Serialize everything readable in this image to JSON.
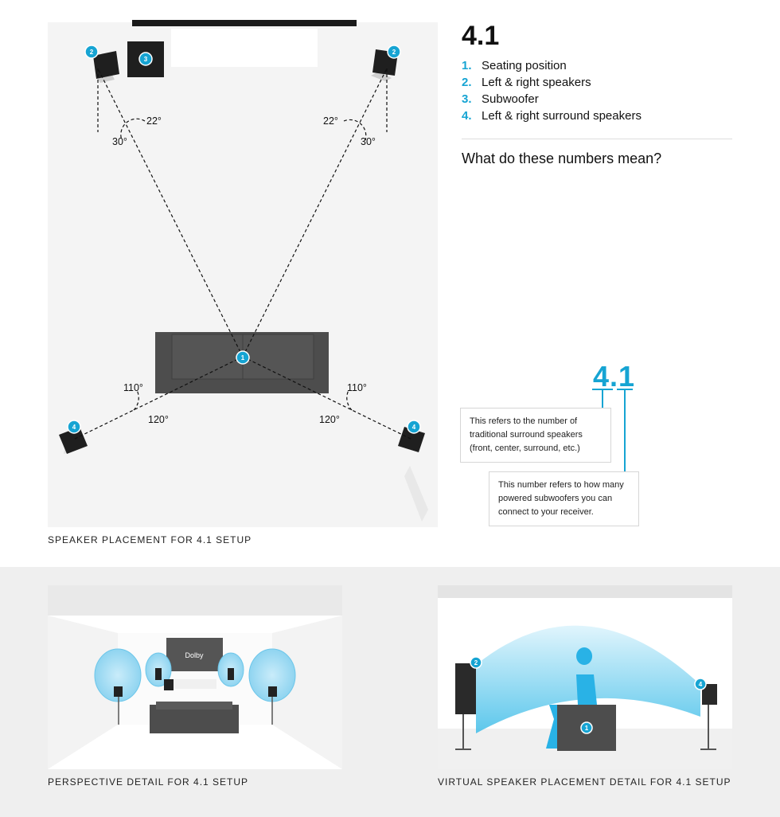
{
  "top": {
    "caption": "SPEAKER PLACEMENT FOR 4.1 SETUP",
    "angles": {
      "front_left_inner": "22°",
      "front_left_outer": "30°",
      "front_right_inner": "22°",
      "front_right_outer": "30°",
      "surround_left_inner": "110°",
      "surround_left_outer": "120°",
      "surround_right_inner": "110°",
      "surround_right_outer": "120°"
    },
    "markers": {
      "seating": "1",
      "left_speaker": "2",
      "right_speaker": "2",
      "subwoofer": "3",
      "left_surround": "4",
      "right_surround": "4"
    }
  },
  "legend": {
    "title": "4.1",
    "items": [
      {
        "num": "1.",
        "label": "Seating position"
      },
      {
        "num": "2.",
        "label": "Left & right speakers"
      },
      {
        "num": "3.",
        "label": "Subwoofer"
      },
      {
        "num": "4.",
        "label": "Left & right surround speakers"
      }
    ],
    "question": "What do these numbers mean?"
  },
  "explainer": {
    "big_number": "4.1",
    "surround_note": "This refers to the number of traditional surround speakers (front, center, surround, etc.)",
    "subwoofer_note": "This number refers to how many powered subwoofers you can connect to your receiver."
  },
  "perspective": {
    "caption": "PERSPECTIVE DETAIL FOR 4.1 SETUP",
    "screen_logo": "Dolby"
  },
  "virtual": {
    "caption": "VIRTUAL SPEAKER PLACEMENT DETAIL FOR 4.1 SETUP",
    "markers": {
      "seating": "1",
      "front": "2",
      "surround": "4"
    }
  },
  "colors": {
    "accent": "#16a4d3",
    "sofa": "#4d4d4d",
    "speaker": "#1f1f1f",
    "panel_bg": "#f4f4f4",
    "band_bg": "#efefef"
  }
}
